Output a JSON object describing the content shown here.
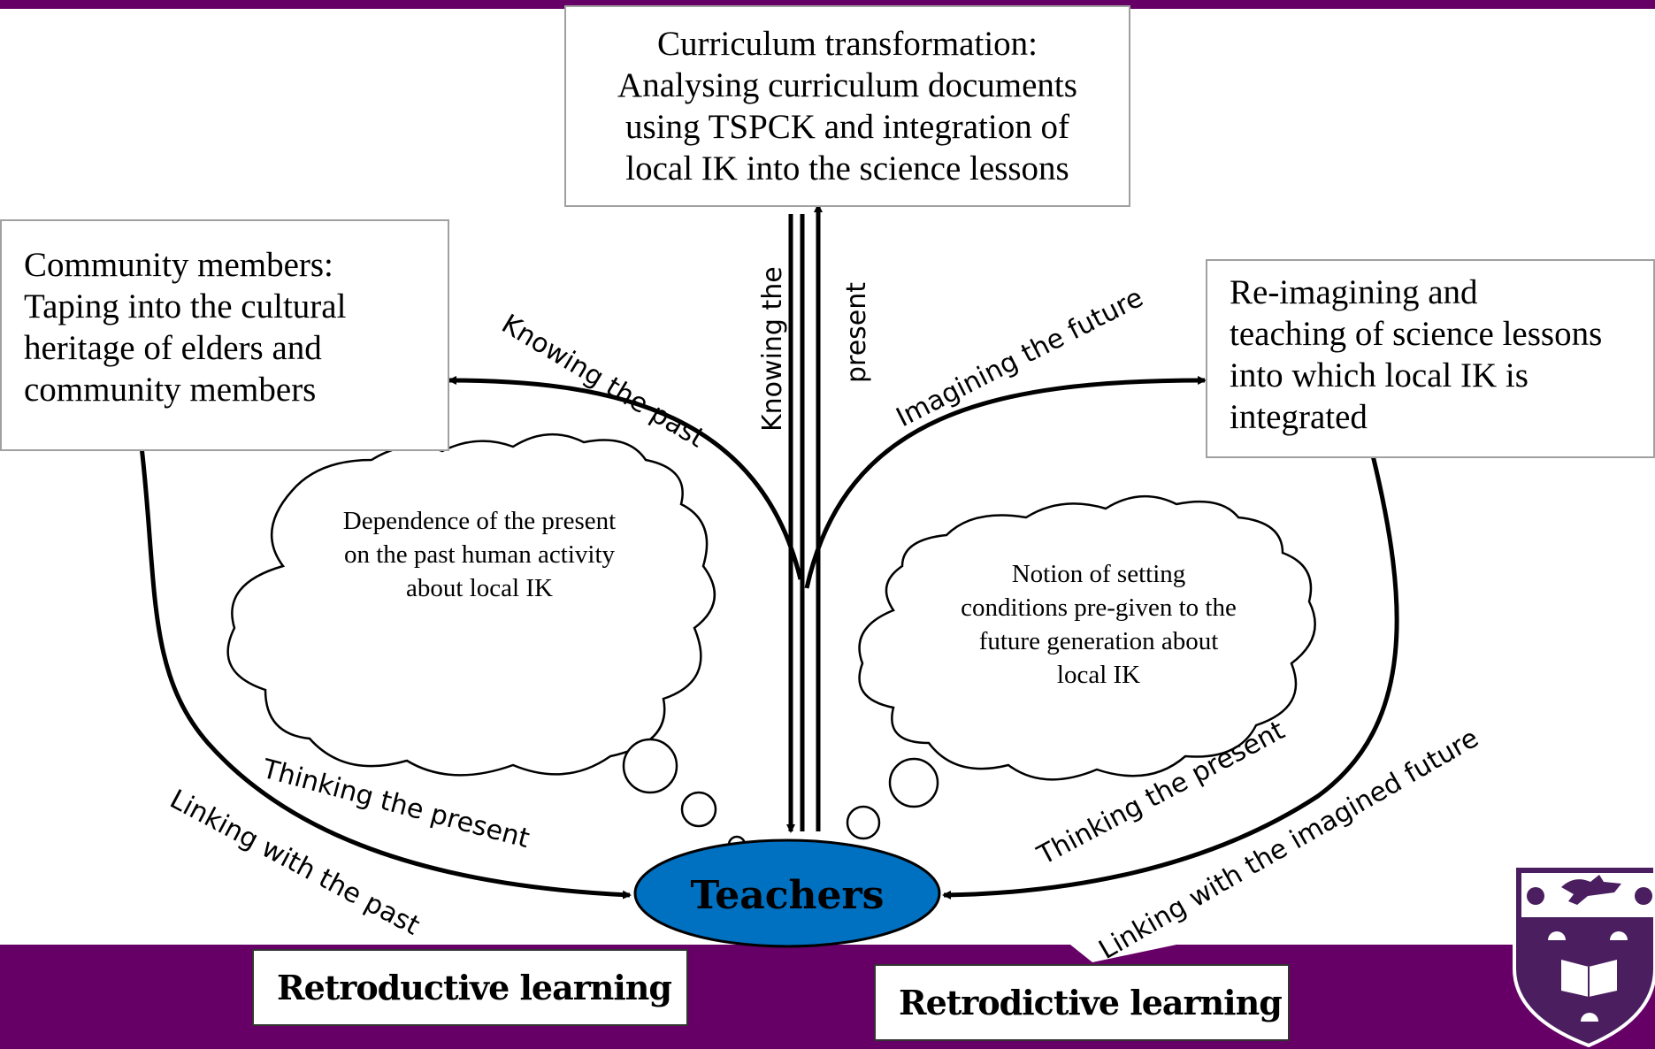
{
  "colors": {
    "band": "#660066",
    "teachers_fill": "#0070c0",
    "crest_purple": "#4a1e5f"
  },
  "boxes": {
    "curriculum": "Curriculum transformation:\nAnalysing curriculum documents\nusing TSPCK and integration of\nlocal IK into the science lessons",
    "community": "Community members:\nTaping into the cultural\nheritage of elders and\ncommunity members",
    "reimagining": "Re-imagining and\nteaching of science lessons\ninto which local IK is\nintegrated"
  },
  "clouds": {
    "left": "Dependence of the present\non the past human activity\nabout local IK",
    "right": "Notion of setting\nconditions pre-given to the\nfuture generation about\nlocal IK"
  },
  "center": {
    "label": "Teachers"
  },
  "labels": {
    "knowing_past": "Knowing the past",
    "knowing_the": "Knowing the",
    "present": "present",
    "imagining_future": "Imagining the future",
    "thinking_present_left": "Thinking the present",
    "linking_past": "Linking with the past",
    "thinking_present_right": "Thinking the present",
    "linking_future": "Linking with the imagined future"
  },
  "footer": {
    "retroductive": "Retroductive learning",
    "retrodictive": "Retrodictive learning"
  },
  "logo": {
    "name": "university-crest"
  }
}
